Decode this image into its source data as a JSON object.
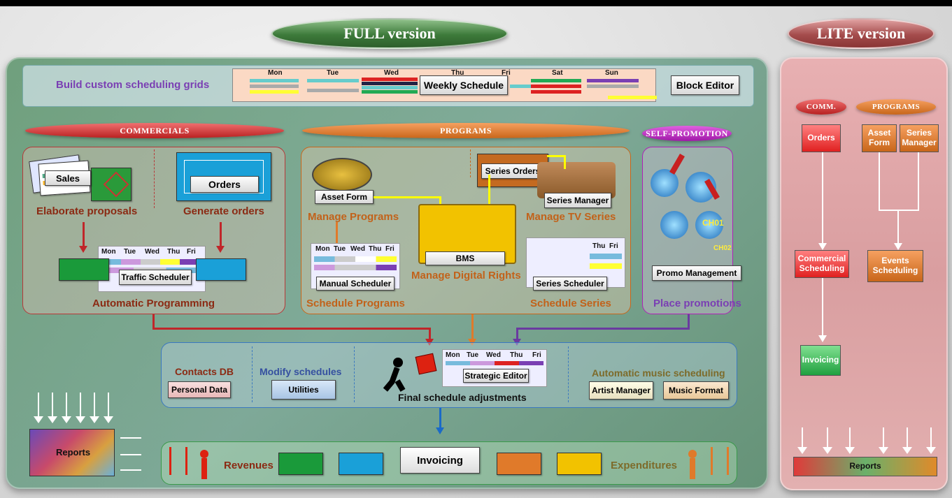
{
  "full": {
    "title": "FULL version",
    "build_text": "Build custom scheduling grids",
    "weekly_schedule": "Weekly Schedule",
    "block_editor": "Block Editor",
    "days": [
      "Mon",
      "Tue",
      "Wed",
      "Thu",
      "Fri",
      "Sat",
      "Sun"
    ],
    "short_days": [
      "Mon",
      "Tue",
      "Wed",
      "Thu",
      "Fri"
    ],
    "commercials": {
      "banner": "COMMERCIALS",
      "sales": "Sales",
      "orders": "Orders",
      "elaborate": "Elaborate proposals",
      "generate": "Generate orders",
      "traffic": "Traffic Scheduler",
      "auto": "Automatic Programming"
    },
    "programs": {
      "banner": "PROGRAMS",
      "asset_form": "Asset Form",
      "series_orders": "Series Orders",
      "series_manager": "Series Manager",
      "manage_programs": "Manage Programs",
      "manage_tv": "Manage TV Series",
      "manual": "Manual Scheduler",
      "bms": "BMS",
      "digital_rights": "Manage Digital Rights",
      "series_scheduler": "Series Scheduler",
      "schedule_programs": "Schedule Programs",
      "schedule_series": "Schedule Series"
    },
    "promo": {
      "banner": "SELF-PROMOTION",
      "ch01": "CH01",
      "ch02": "CH02",
      "mgmt": "Promo Management",
      "place": "Place promotions"
    },
    "adjust": {
      "contacts": "Contacts DB",
      "personal": "Personal Data",
      "modify": "Modify schedules",
      "utilities": "Utilities",
      "strategic": "Strategic Editor",
      "final": "Final schedule adjustments",
      "music": "Automatic music scheduling",
      "artist": "Artist Manager",
      "format": "Music Format"
    },
    "bottom": {
      "reports": "Reports",
      "revenues": "Revenues",
      "invoicing": "Invoicing",
      "expenditures": "Expenditures"
    }
  },
  "lite": {
    "title": "LITE version",
    "comm": "COMM.",
    "programs": "PROGRAMS",
    "orders": "Orders",
    "asset": "Asset Form",
    "series": "Series Manager",
    "commercial": "Commercial Scheduling",
    "events": "Events Scheduling",
    "invoicing": "Invoicing",
    "reports": "Reports"
  },
  "colors": {
    "full_green": "#3d7a3a",
    "lite_red": "#a44c4c",
    "commercials": "#d33a3a",
    "programs": "#e07a2a",
    "promo": "#c030c0"
  }
}
